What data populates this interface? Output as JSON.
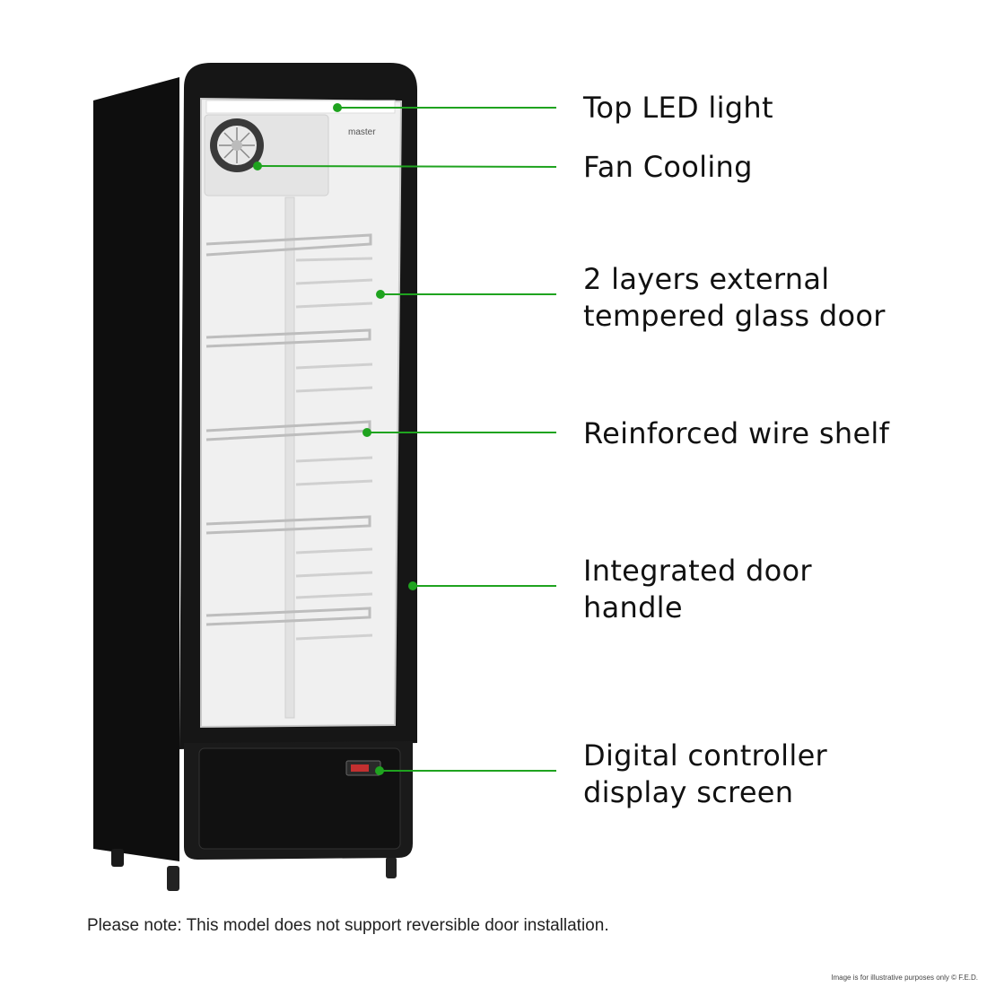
{
  "brand_logo_text": "master",
  "colors": {
    "callout_line": "#1fa31f",
    "cabinet": "#151515",
    "interior": "#f2f2f2"
  },
  "callouts": [
    {
      "label": "Top LED light"
    },
    {
      "label": "Fan Cooling"
    },
    {
      "label": "2 layers external\ntempered glass door"
    },
    {
      "label": "Reinforced wire shelf"
    },
    {
      "label": "Integrated door\nhandle"
    },
    {
      "label": "Digital controller\ndisplay screen"
    }
  ],
  "footnote": "Please note: This model does not support reversible door installation.",
  "disclaimer": "Image is for illustrative purposes only  © F.E.D."
}
